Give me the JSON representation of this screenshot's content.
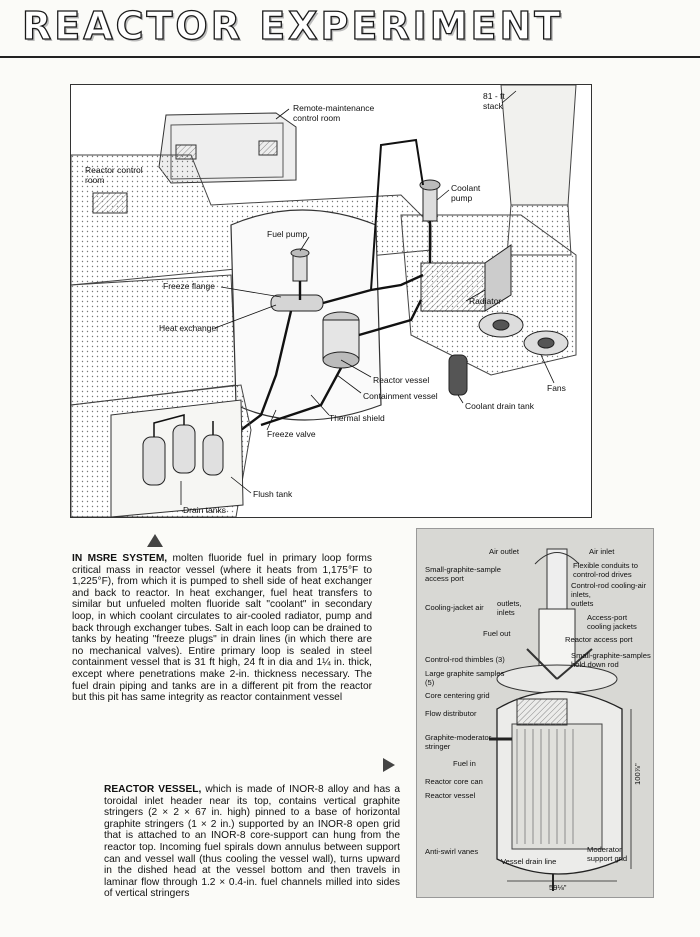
{
  "header": {
    "title": "REACTOR EXPERIMENT"
  },
  "diagram": {
    "labels": {
      "remote_room": "Remote-maintenance\ncontrol room",
      "stack": "81 - ft\nstack",
      "reactor_control_room": "Reactor control\nroom",
      "coolant_pump": "Coolant\npump",
      "fuel_pump": "Fuel pump",
      "freeze_flange": "Freeze flange",
      "radiator": "Radiator",
      "heat_exchanger": "Heat exchanger",
      "reactor_vessel": "Reactor vessel",
      "fans": "Fans",
      "containment_vessel": "Containment vessel",
      "coolant_drain_tank": "Coolant drain tank",
      "thermal_shield": "Thermal shield",
      "freeze_valve": "Freeze valve",
      "flush_tank": "Flush tank",
      "drain_tanks": "Drain tanks"
    }
  },
  "captions": {
    "msre_lead": "IN MSRE SYSTEM,",
    "msre_body": " molten fluoride fuel in primary loop forms critical mass in reactor vessel (where it heats from 1,175°F to 1,225°F), from which it is pumped to shell side of heat exchanger and back to reactor. In heat exchanger, fuel heat transfers to similar but unfueled molten fluoride salt \"coolant\" in secondary loop, in which coolant circulates to air-cooled radiator, pump and back through exchanger tubes. Salt in each loop can be drained to tanks by heating \"freeze plugs\" in drain lines (in which there are no mechanical valves). Entire primary loop is sealed in steel containment vessel that is 31 ft high, 24 ft in dia and 1¼ in. thick, except where penetrations make 2-in. thickness necessary. The fuel drain piping and tanks are in a different pit from the reactor but this pit has same integrity as reactor containment vessel",
    "vessel_lead": "REACTOR VESSEL,",
    "vessel_body": " which is made of INOR-8 alloy and has a toroidal inlet header near its top, contains vertical graphite stringers (2 × 2 × 67 in. high) pinned to a base of horizontal graphite stringers (1 × 2 in.) supported by an INOR-8 open grid that is attached to an INOR-8 core-support can hung from the reactor top. Incoming fuel spirals down annulus between support can and vessel wall (thus cooling the vessel wall), turns upward in the dished head at the vessel bottom and then travels in laminar flow through 1.2 × 0.4-in. fuel channels milled into sides of vertical stringers"
  },
  "photo": {
    "labels": {
      "air_outlet": "Air outlet",
      "air_inlet": "Air inlet",
      "small_graphite_access": "Small-graphite-sample\naccess port",
      "flexible_conduits": "Flexible conduits to\ncontrol-rod drives",
      "control_rod_cooling": "Control-rod cooling-air\ninlets,\noutlets",
      "cooling_jacket_air": "Cooling-jacket air",
      "outlets_inlets": "outlets,\ninlets",
      "access_port_jackets": "Access-port\ncooling jackets",
      "fuel_out": "Fuel out",
      "reactor_access_port": "Reactor access port",
      "samples_hold_down": "Small-graphite-samples\nhold down rod",
      "control_rod_thimbles": "Control-rod thimbles (3)",
      "large_graphite_samples": "Large graphite samples\n(5)",
      "core_centering_grid": "Core centering grid",
      "flow_distributor": "Flow distributor",
      "graphite_moderator": "Graphite-moderator\nstringer",
      "fuel_in": "Fuel in",
      "reactor_core_can": "Reactor core can",
      "reactor_vessel": "Reactor vessel",
      "anti_swirl": "Anti-swirl vanes",
      "vessel_drain_line": "Vessel drain line",
      "moderator_support": "Moderator\nsupport grid",
      "dim_height": "100⅞\"",
      "dim_width": "59⅛\""
    }
  }
}
